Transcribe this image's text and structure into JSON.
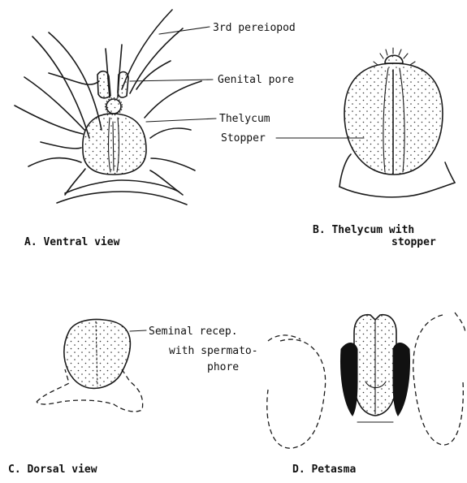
{
  "labels": {
    "third_pereiopod": "3rd pereiopod",
    "genital_pore": "Genital pore",
    "thelycum": "Thelycum",
    "stopper": "Stopper",
    "seminal_recep_line1": "Seminal recep.",
    "seminal_recep_line2": "with spermato-",
    "seminal_recep_line3": "phore"
  },
  "captions": {
    "a": "A. Ventral view",
    "b_line1": "B. Thelycum with",
    "b_line2": "stopper",
    "c": "C. Dorsal view",
    "d": "D. Petasma"
  },
  "colors": {
    "ink": "#1a1a1a",
    "paper": "#ffffff"
  }
}
